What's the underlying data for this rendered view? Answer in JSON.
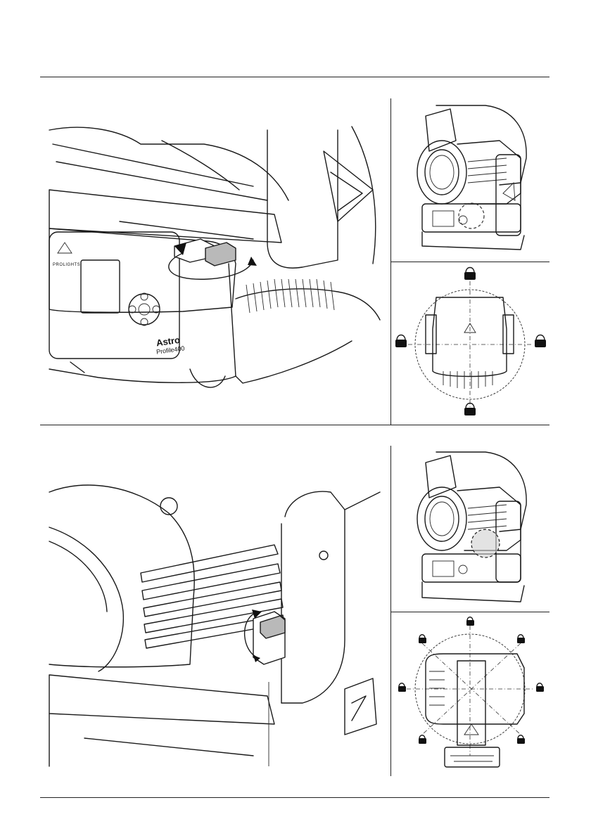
{
  "device_panel": {
    "brand_name": "Astro",
    "model_name": "Profile400",
    "logo_text": "PROLIGHTS"
  },
  "icons": [
    "lock-icon",
    "rotate-arrow-icon",
    "lock-lever-icon"
  ]
}
